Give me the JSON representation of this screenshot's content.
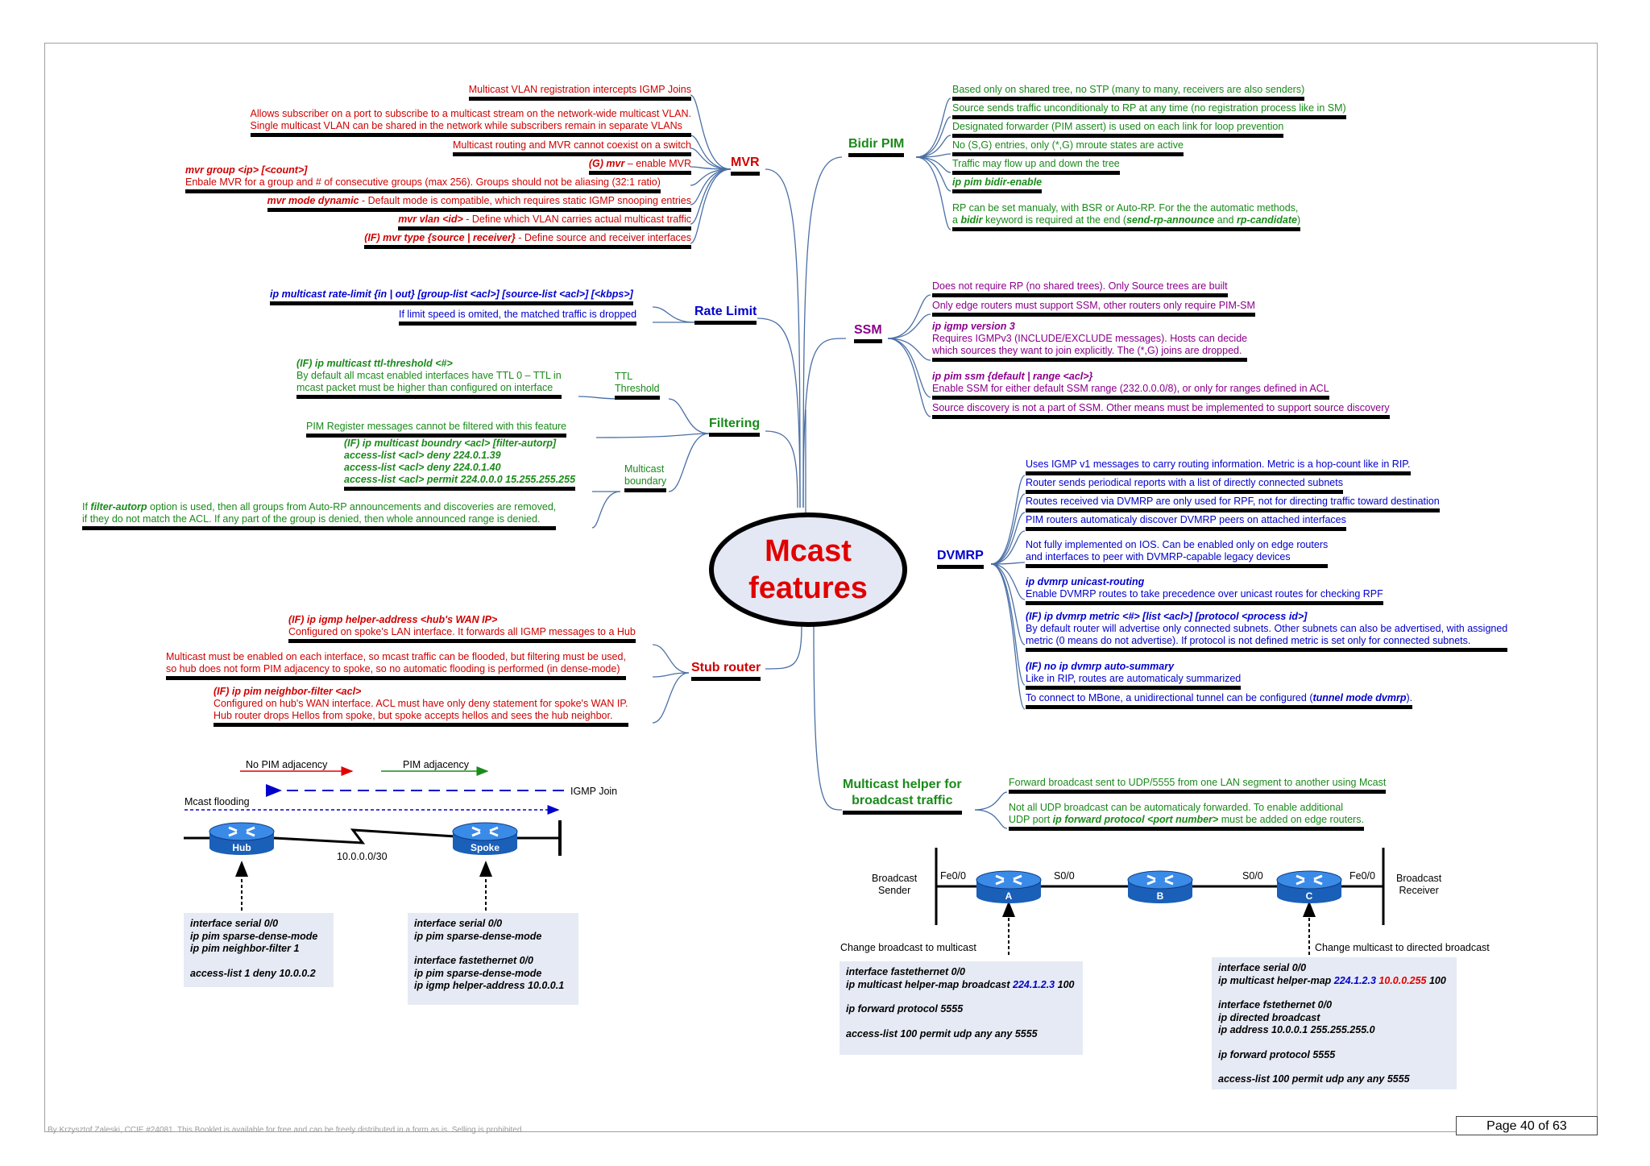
{
  "center": {
    "line1": "Mcast",
    "line2": "features"
  },
  "colors": {
    "mvr": "#d00000",
    "bidir": "#1a8a1a",
    "ssm": "#8b008b",
    "dvmrp": "#0000cc",
    "rate": "#0000cc",
    "filter": "#1a8a1a",
    "stub": "#d00000",
    "helper": "#1a8a1a"
  },
  "mvr": {
    "title": "MVR",
    "n1": "Multicast VLAN registration intercepts IGMP Joins",
    "n2a": "Allows subscriber on a port to subscribe to a multicast stream on the network-wide multicast VLAN.",
    "n2b": "Single multicast VLAN can be shared in the network while subscribers remain in separate VLANs",
    "n3": "Multicast routing and MVR cannot coexist on a switch",
    "n4cmd": "(G) mvr",
    "n4txt": " – enable MVR",
    "n5cmd": "mvr group <ip> [<count>]",
    "n5txt": "Enbale MVR for a group and # of consecutive groups (max 256). Groups should not be aliasing (32:1 ratio)",
    "n6cmd": "mvr mode dynamic",
    "n6txt": " - Default mode is compatible, which requires static IGMP snooping  entries",
    "n7cmd": "mvr vlan <id>",
    "n7txt": " - Define which VLAN carries actual multicast traffic",
    "n8cmd": "(IF) mvr type {source | receiver}",
    "n8txt": " - Define source and receiver interfaces"
  },
  "rate": {
    "title": "Rate Limit",
    "n1": "ip multicast rate-limit {in | out} [group-list <acl>] [source-list <acl>] [<kbps>]",
    "n2": "If limit speed is omited, the matched traffic is dropped"
  },
  "filter": {
    "title": "Filtering",
    "ttl_label1": "TTL",
    "ttl_label2": "Threshold",
    "ttl_cmd": "(IF) ip multicast ttl-threshold <#>",
    "ttl_t1": "By default all mcast enabled interfaces have TTL 0 – TTL in",
    "ttl_t2": "mcast packet must be higher than configured on interface",
    "pim_reg": "PIM Register messages cannot be filtered with this feature",
    "mb_label1": "Multicast",
    "mb_label2": "boundary",
    "mb1": "(IF) ip multicast boundry <acl> [filter-autorp]",
    "mb2": "access-list <acl> deny 224.0.1.39",
    "mb3": "access-list <acl> deny 224.0.1.40",
    "mb4": "access-list <acl> permit 224.0.0.0 15.255.255.255",
    "ar1a": "If ",
    "ar1b": "filter-autorp",
    "ar1c": " option is used, then all groups from Auto-RP announcements and discoveries are removed,",
    "ar2": "if they do not match the ACL. If any part of the group is denied, then whole announced range is denied."
  },
  "stub": {
    "title": "Stub router",
    "n1cmd": "(IF) ip igmp helper-address <hub's WAN IP>",
    "n1txt": "Configured on spoke's LAN interface. It forwards all IGMP messages to a Hub",
    "n2a": "Multicast must be enabled on each interface, so mcast traffic can be flooded, but filtering must be used,",
    "n2b": "so hub does not form PIM adjacency to spoke, so no automatic flooding is performed (in dense-mode)",
    "n3cmd": "(IF) ip pim neighbor-filter <acl>",
    "n3a": "Configured on hub's WAN interface. ACL must have only deny statement for spoke's WAN IP.",
    "n3b": "Hub router drops Hellos from spoke, but spoke accepts hellos and sees the hub neighbor."
  },
  "stubdiag": {
    "no_pim": "No PIM adjacency",
    "pim": "PIM adjacency",
    "igmp_join": "IGMP Join",
    "flooding": "Mcast flooding",
    "hub": "Hub",
    "spoke": "Spoke",
    "subnet": "10.0.0.0/30",
    "hub_cfg": [
      "interface serial 0/0",
      " ip pim sparse-dense-mode",
      " ip pim neighbor-filter 1",
      "",
      "access-list 1 deny 10.0.0.2"
    ],
    "spoke_cfg": [
      "interface serial 0/0",
      " ip pim sparse-dense-mode",
      "",
      "interface fastethernet 0/0",
      " ip pim sparse-dense-mode",
      " ip igmp helper-address 10.0.0.1"
    ]
  },
  "bidir": {
    "title": "Bidir PIM",
    "n1": "Based only on shared tree, no STP (many to many, receivers are also senders)",
    "n2": "Source sends traffic unconditionaly to RP at any time (no registration process like in SM)",
    "n3": "Designated forwarder (PIM assert) is used on each link for loop prevention",
    "n4": "No (S,G) entries, only (*,G) mroute states are active",
    "n5": "Traffic may flow up and down the tree",
    "n6": "ip pim bidir-enable",
    "n7a": "RP can be set manualy, with BSR or Auto-RP. For the the automatic methods,",
    "n7b1": "a ",
    "n7b2": "bidir",
    "n7b3": " keyword is required at the end (",
    "n7b4": "send-rp-announce",
    "n7b5": " and ",
    "n7b6": "rp-candidate",
    "n7b7": ")"
  },
  "ssm": {
    "title": "SSM",
    "n1": "Does not require RP (no shared trees). Only Source trees are built",
    "n2": "Only edge routers must support SSM, other routers only require PIM-SM",
    "n3cmd": "ip igmp version 3",
    "n3a": "Requires IGMPv3 (INCLUDE/EXCLUDE messages). Hosts can decide",
    "n3b": "which sources they want to join explicitly. The (*,G) joins are dropped.",
    "n4cmd": "ip pim ssm {default | range <acl>}",
    "n4txt": "Enable SSM for either default SSM range (232.0.0.0/8), or only for ranges defined in ACL",
    "n5": "Source discovery is not a part of SSM. Other means must be implemented to support source discovery"
  },
  "dvmrp": {
    "title": "DVMRP",
    "n1": "Uses IGMP v1 messages to carry routing information. Metric is a hop-count like in RIP.",
    "n2": "Router sends periodical reports with a list of directly connected subnets",
    "n3": "Routes received via DVMRP are only used for RPF, not for directing traffic toward destination",
    "n4": "PIM routers automaticaly discover DVMRP peers on attached interfaces",
    "n5a": "Not fully implemented on IOS. Can be enabled only on edge routers",
    "n5b": "and interfaces to peer with DVMRP-capable legacy devices",
    "n6cmd": "ip dvmrp unicast-routing",
    "n6txt": "Enable DVMRP routes to take precedence over unicast routes for checking RPF",
    "n7cmd": "(IF) ip dvmrp metric <#> [list <acl>] [protocol <process id>]",
    "n7a": "By default router will advertise only connected subnets. Other subnets can also be advertised, with assigned",
    "n7b": "metric (0 means do not advertise). If protocol is not defined metric is set only for connected subnets.",
    "n8cmd": "(IF) no ip dvmrp auto-summary",
    "n8txt": "Like in RIP, routes are automaticaly summarized",
    "n9a": "To connect to MBone, a unidirectional tunnel can be configured (",
    "n9b": "tunnel mode dvmrp",
    "n9c": ")."
  },
  "helper": {
    "title1": "Multicast helper for",
    "title2": "broadcast traffic",
    "n1": "Forward broadcast sent to UDP/5555 from one LAN segment to another using Mcast",
    "n2a": "Not all UDP broadcast can be automaticaly forwarded. To enable additional",
    "n2b1": "UDP port ",
    "n2b2": "ip forward protocol <port number>",
    "n2b3": " must be added on edge routers."
  },
  "helperdiag": {
    "bsender1": "Broadcast",
    "bsender2": "Sender",
    "breceiver1": "Broadcast",
    "breceiver2": "Receiver",
    "fe_a": "Fe0/0",
    "s_a": "S0/0",
    "s_c": "S0/0",
    "fe_c": "Fe0/0",
    "ra": "A",
    "rb": "B",
    "rc": "C",
    "change1": "Change broadcast to multicast",
    "change2": "Change multicast to directed broadcast",
    "a_cfg1": "interface fastethernet 0/0",
    "a_cfg2a": " ip multicast helper-map broadcast ",
    "a_cfg2b": "224.1.2.3",
    "a_cfg2c": " 100",
    "a_cfg3": "ip forward protocol 5555",
    "a_cfg4": "access-list 100 permit udp any any 5555",
    "c_cfg1": "interface serial 0/0",
    "c_cfg2a": " ip multicast helper-map ",
    "c_cfg2b": "224.1.2.3",
    "c_cfg2c": " 10.0.0.255",
    "c_cfg2d": " 100",
    "c_cfg3": "interface fstethernet 0/0",
    "c_cfg4": " ip directed broadcast",
    "c_cfg5": " ip address 10.0.0.1 255.255.255.0",
    "c_cfg6": "ip forward protocol 5555",
    "c_cfg7": "access-list 100 permit udp any any 5555"
  },
  "footer": {
    "credit": "By Krzysztof Zaleski, CCIE #24081. This Booklet is available for free and can be freely distributed in a form as is. Selling is prohibited.",
    "page": "Page 40 of 63"
  }
}
